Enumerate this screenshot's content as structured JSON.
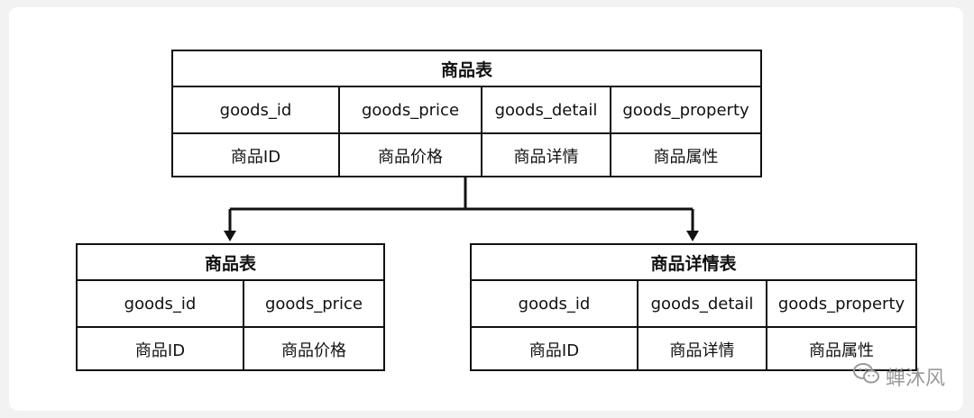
{
  "top_table": {
    "title": "商品表",
    "headers": [
      "goods_id",
      "goods_price",
      "goods_detail",
      "goods_property"
    ],
    "values": [
      "商品ID",
      "商品价格",
      "商品详情",
      "商品属性"
    ]
  },
  "left_table": {
    "title": "商品表",
    "headers": [
      "goods_id",
      "goods_price"
    ],
    "values": [
      "商品ID",
      "商品价格"
    ]
  },
  "right_table": {
    "title": "商品详情表",
    "headers": [
      "goods_id",
      "goods_detail",
      "goods_property"
    ],
    "values": [
      "商品ID",
      "商品详情",
      "商品属性"
    ]
  },
  "watermark": {
    "text": "蝉沐风",
    "icon": "wechat-icon"
  }
}
